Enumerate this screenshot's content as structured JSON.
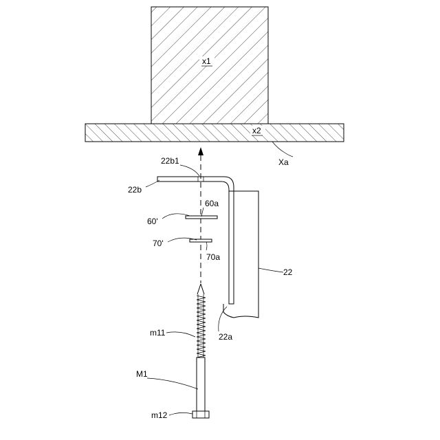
{
  "labels": {
    "x1": "x1",
    "x2": "x2",
    "xa": "Xa",
    "b22b1": "22b1",
    "b22b": "22b",
    "b60a": "60a",
    "b60p": "60'",
    "b70p": "70'",
    "b70a": "70a",
    "b22": "22",
    "b22a": "22a",
    "m11": "m11",
    "M1": "M1",
    "m12": "m12"
  }
}
